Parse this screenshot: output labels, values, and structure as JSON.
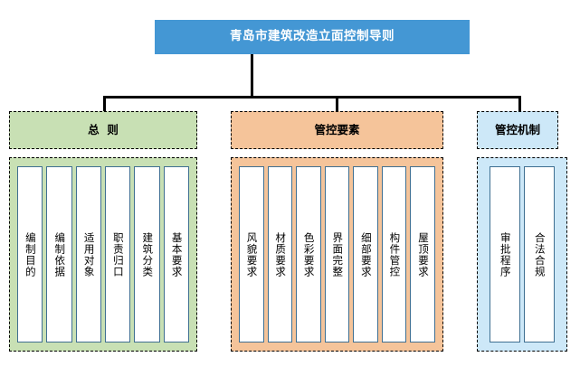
{
  "diagram": {
    "root": {
      "title": "青岛市建筑改造立面控制导则",
      "fill": "#4497d4",
      "text_color": "#ffffff"
    },
    "sections": [
      {
        "key": "general",
        "header": "总  则",
        "fill": "#c8e0b4",
        "items": [
          {
            "label": "编制目的"
          },
          {
            "label": "编制依据"
          },
          {
            "label": "适用对象"
          },
          {
            "label": "职责归口"
          },
          {
            "label": "建筑分类"
          },
          {
            "label": "基本要求"
          }
        ]
      },
      {
        "key": "control-elements",
        "header": "管控要素",
        "fill": "#f5c49a",
        "items": [
          {
            "label": "风貌要求"
          },
          {
            "label": "材质要求"
          },
          {
            "label": "色彩要求"
          },
          {
            "label": "界面完整"
          },
          {
            "label": "细部要求"
          },
          {
            "label": "构件管控"
          },
          {
            "label": "屋顶要求"
          }
        ]
      },
      {
        "key": "control-mechanism",
        "header": "管控机制",
        "fill": "#cde8f8",
        "items": [
          {
            "label": "审批程序"
          },
          {
            "label": "合法合规"
          }
        ]
      }
    ],
    "card_border_color": "#3f6f91",
    "connector_color": "#000000"
  }
}
